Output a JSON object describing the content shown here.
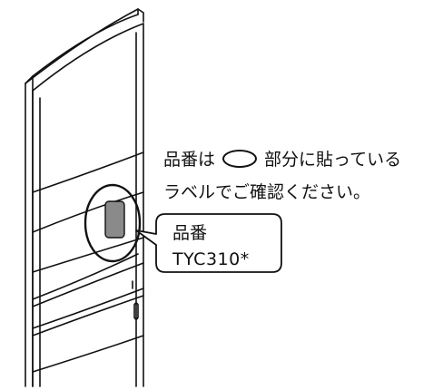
{
  "instruction": {
    "before_oval": "品番は",
    "after_oval": "部分に貼っている",
    "line2": "ラベルでご確認ください。"
  },
  "callout": {
    "title": "品番",
    "model": "TYC310*"
  },
  "colors": {
    "line": "#111111",
    "label": "#8a8a8a",
    "background": "#ffffff"
  }
}
